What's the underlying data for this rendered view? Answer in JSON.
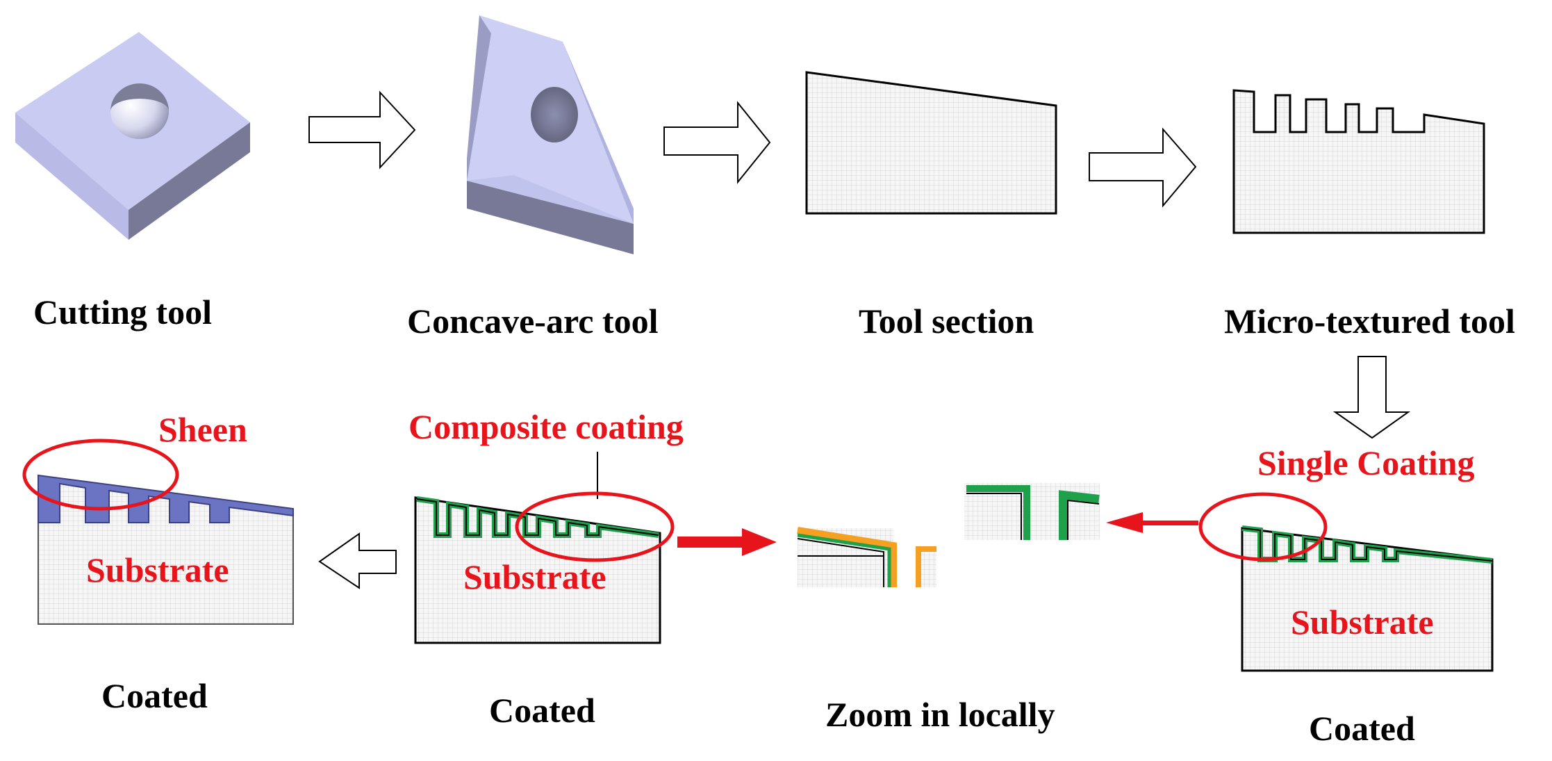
{
  "top_row": {
    "cutting_tool": "Cutting tool",
    "concave_arc_tool": "Concave-arc tool",
    "tool_section": "Tool section",
    "micro_textured_tool": "Micro-textured tool"
  },
  "bottom_row": {
    "left_caption": "Coated",
    "middle_caption": "Coated",
    "zoom_caption": "Zoom in locally",
    "right_caption": "Coated"
  },
  "annotations": {
    "sheen": "Sheen",
    "composite_coating": "Composite coating",
    "single_coating": "Single Coating",
    "substrate_left": "Substrate",
    "substrate_middle": "Substrate",
    "substrate_right": "Substrate"
  },
  "colors": {
    "annotation_red": "#e8141c",
    "tool_face": "#c9cbf2",
    "tool_side": "#767893",
    "coating_green": "#1fa14b",
    "coating_orange": "#f5a020",
    "sheen_blue": "#6a74c2"
  }
}
